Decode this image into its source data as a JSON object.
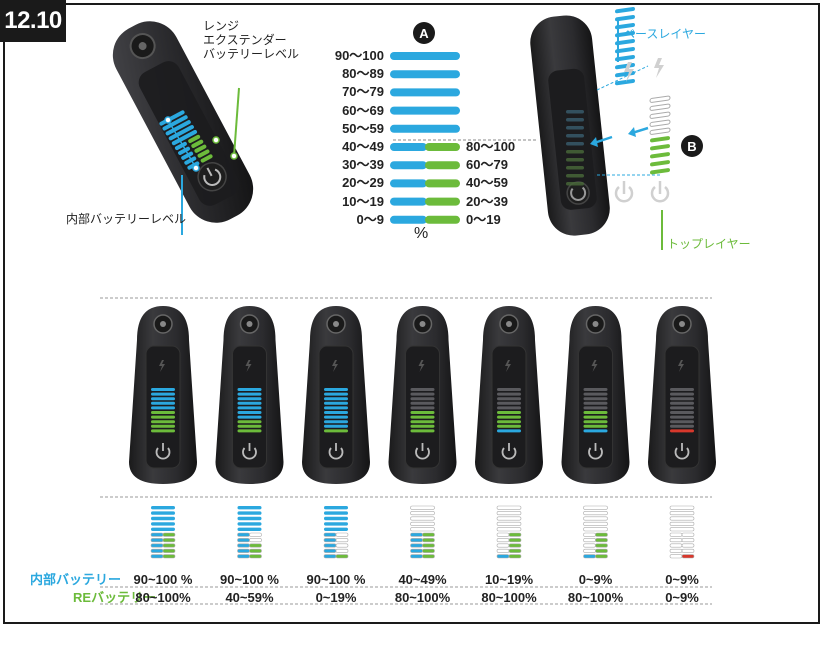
{
  "figure_number": "12.10",
  "callouts": {
    "range_extender_level": [
      "レンジ",
      "エクステンダー",
      "バッテリーレベル"
    ],
    "internal_level": "内部バッテリーレベル",
    "base_layer": "ベースレイヤー",
    "top_layer": "トップレイヤー",
    "marker_a": "A",
    "marker_b": "B"
  },
  "scale": {
    "internal_ranges": [
      "90〜100",
      "80〜89",
      "70〜79",
      "60〜69",
      "50〜59",
      "40〜49",
      "30〜39",
      "20〜29",
      "10〜19",
      "0〜9"
    ],
    "re_ranges": [
      "80〜100",
      "60〜79",
      "40〜59",
      "20〜39",
      "0〜19"
    ],
    "unit": "%"
  },
  "table": {
    "internal_label": "内部バッテリー",
    "re_prefix": "RE",
    "re_label": "バッテリー",
    "internal_values": [
      "90~100 %",
      "90~100 %",
      "90~100 %",
      "40~49%",
      "10~19%",
      "0~9%",
      "0~9%"
    ],
    "re_values": [
      "80~100%",
      "40~59%",
      "0~19%",
      "80~100%",
      "80~100%",
      "80~100%",
      "0~9%"
    ]
  },
  "states": [
    {
      "internal_bars": 10,
      "re_bars": 5,
      "red": false
    },
    {
      "internal_bars": 10,
      "re_bars": 3,
      "red": false
    },
    {
      "internal_bars": 10,
      "re_bars": 1,
      "red": false
    },
    {
      "internal_bars": 5,
      "re_bars": 5,
      "red": false
    },
    {
      "internal_bars": 1,
      "re_bars": 5,
      "red": false
    },
    {
      "internal_bars": 0,
      "re_bars": 5,
      "red": false
    },
    {
      "internal_bars": 0,
      "re_bars": 0,
      "red": true
    }
  ],
  "colors": {
    "blue": "#2ba8df",
    "green": "#6cbb3b",
    "red": "#d8382c",
    "device": "#2a2a2c"
  }
}
